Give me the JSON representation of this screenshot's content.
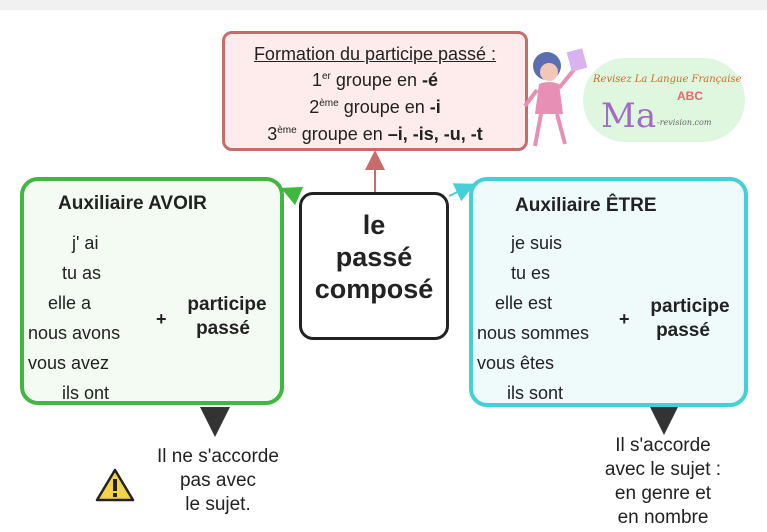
{
  "formation": {
    "title": "Formation du participe passé :",
    "line1_pre": "1",
    "line1_sup": "er",
    "line1_text": " groupe en ",
    "line1_bold": "-é",
    "line2_pre": "2",
    "line2_sup": "ème",
    "line2_text": " groupe en ",
    "line2_bold": "-i",
    "line3_pre": "3",
    "line3_sup": "ème",
    "line3_text": " groupe en ",
    "line3_bold": "–i, -is, -u, -t"
  },
  "center": {
    "line1": "le",
    "line2": "passé",
    "line3": "composé"
  },
  "avoir": {
    "title": "Auxiliaire  AVOIR",
    "conj": [
      "j' ai",
      "tu  as",
      "elle  a",
      "nous  avons",
      "vous  avez",
      "ils  ont"
    ],
    "plus": "+",
    "pp1": "participe",
    "pp2": "passé",
    "note1": "Il ne s'accorde",
    "note2": "pas avec",
    "note3": "le sujet."
  },
  "etre": {
    "title": "Auxiliaire  ÊTRE",
    "conj": [
      "je  suis",
      "tu  es",
      "elle  est",
      "nous  sommes",
      "vous  êtes",
      "ils  sont"
    ],
    "plus": "+",
    "pp1": "participe",
    "pp2": "passé",
    "note1": "Il s'accorde",
    "note2": "avec le sujet :",
    "note3": "en genre et",
    "note4": "en nombre"
  },
  "logo": {
    "top": "Revisez La Langue Française",
    "ma": "Ma",
    "sub": "-revision.com",
    "abc": "ABC"
  },
  "colors": {
    "formation_border": "#c86b6b",
    "avoir_border": "#3fb83f",
    "etre_border": "#45cfd6",
    "center_border": "#222222"
  }
}
